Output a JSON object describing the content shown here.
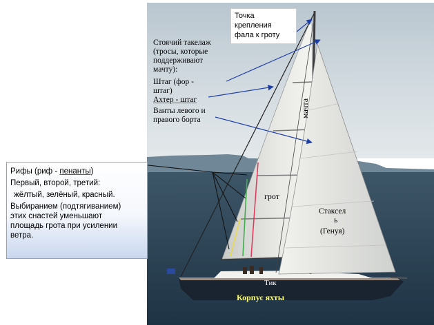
{
  "labels": {
    "attachment_l1": "Точка",
    "attachment_l2": "крепления",
    "attachment_l3": "фала к гроту",
    "standing_l1": "Стоячий такелаж",
    "standing_l2": "(тросы, которые",
    "standing_l3": "поддерживают",
    "standing_l4": "мачту):",
    "forestay_l1": "Штаг (фор -",
    "forestay_l2": "штаг)",
    "backstay": "Ахтер - штаг",
    "shrouds_l1": "Ванты левого и",
    "shrouds_l2": "правого борта",
    "mast": "мачта",
    "mainsail": "грот",
    "staysail_l1": "Стаксел",
    "staysail_l2": "ь",
    "staysail_l3": "(Генуя)",
    "tiller": "Тик",
    "hull": "Корпус яхты"
  },
  "reefs": {
    "title_a": "Рифы (риф - ",
    "title_b": "пенанты",
    "title_c": ")",
    "line2": "Первый, второй, третий:",
    "line3": "жёлтый, зелёный, красный.",
    "line4": "Выбиранием (подтягиванием)",
    "line5": "этих снастей уменьшают",
    "line6": "площадь грота при усилении",
    "line7": "ветра."
  },
  "colors": {
    "reef_first": "#e8d94a",
    "reef_second": "#3fae4a",
    "reef_third": "#e23a5c",
    "arrow": "#1f3fa8",
    "hull_label": "#ffff66"
  }
}
